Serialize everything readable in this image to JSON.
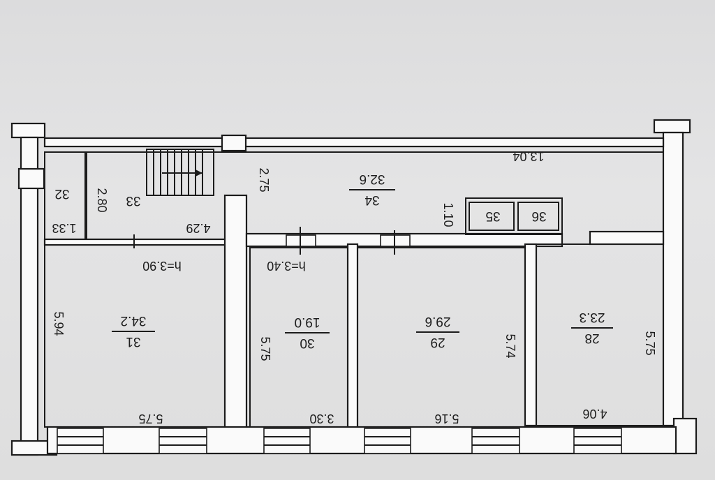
{
  "rooms": {
    "r28": {
      "number": "28",
      "area": "23.3"
    },
    "r29": {
      "number": "29",
      "area": "29.6"
    },
    "r30": {
      "number": "30",
      "area": "19.0"
    },
    "r31": {
      "number": "31",
      "area": "34.2"
    },
    "r32": {
      "number": "32"
    },
    "r33": {
      "number": "33"
    },
    "r34": {
      "number": "34",
      "area": "32.6"
    },
    "r35": {
      "number": "35"
    },
    "r36": {
      "number": "36"
    }
  },
  "dimensions": {
    "corridor_length": "13.04",
    "corridor_width": "2.75",
    "closet_height": "1.10",
    "r32_width": "1.33",
    "r32_height": "2.80",
    "r33_length": "4.29",
    "r31_width": "5.75",
    "r31_height": "5.94",
    "r30_width": "3.30",
    "r30_height": "5.75",
    "r29_width": "5.16",
    "r29_height": "5.74",
    "r28_width": "4.06",
    "r28_height": "5.75"
  },
  "ceiling_heights": {
    "h1": "h=3.90",
    "h2": "h=3.40"
  },
  "colors": {
    "wall_fill": "#fafafa",
    "line": "#1c1c1c",
    "paper": "#e0e0e1"
  }
}
